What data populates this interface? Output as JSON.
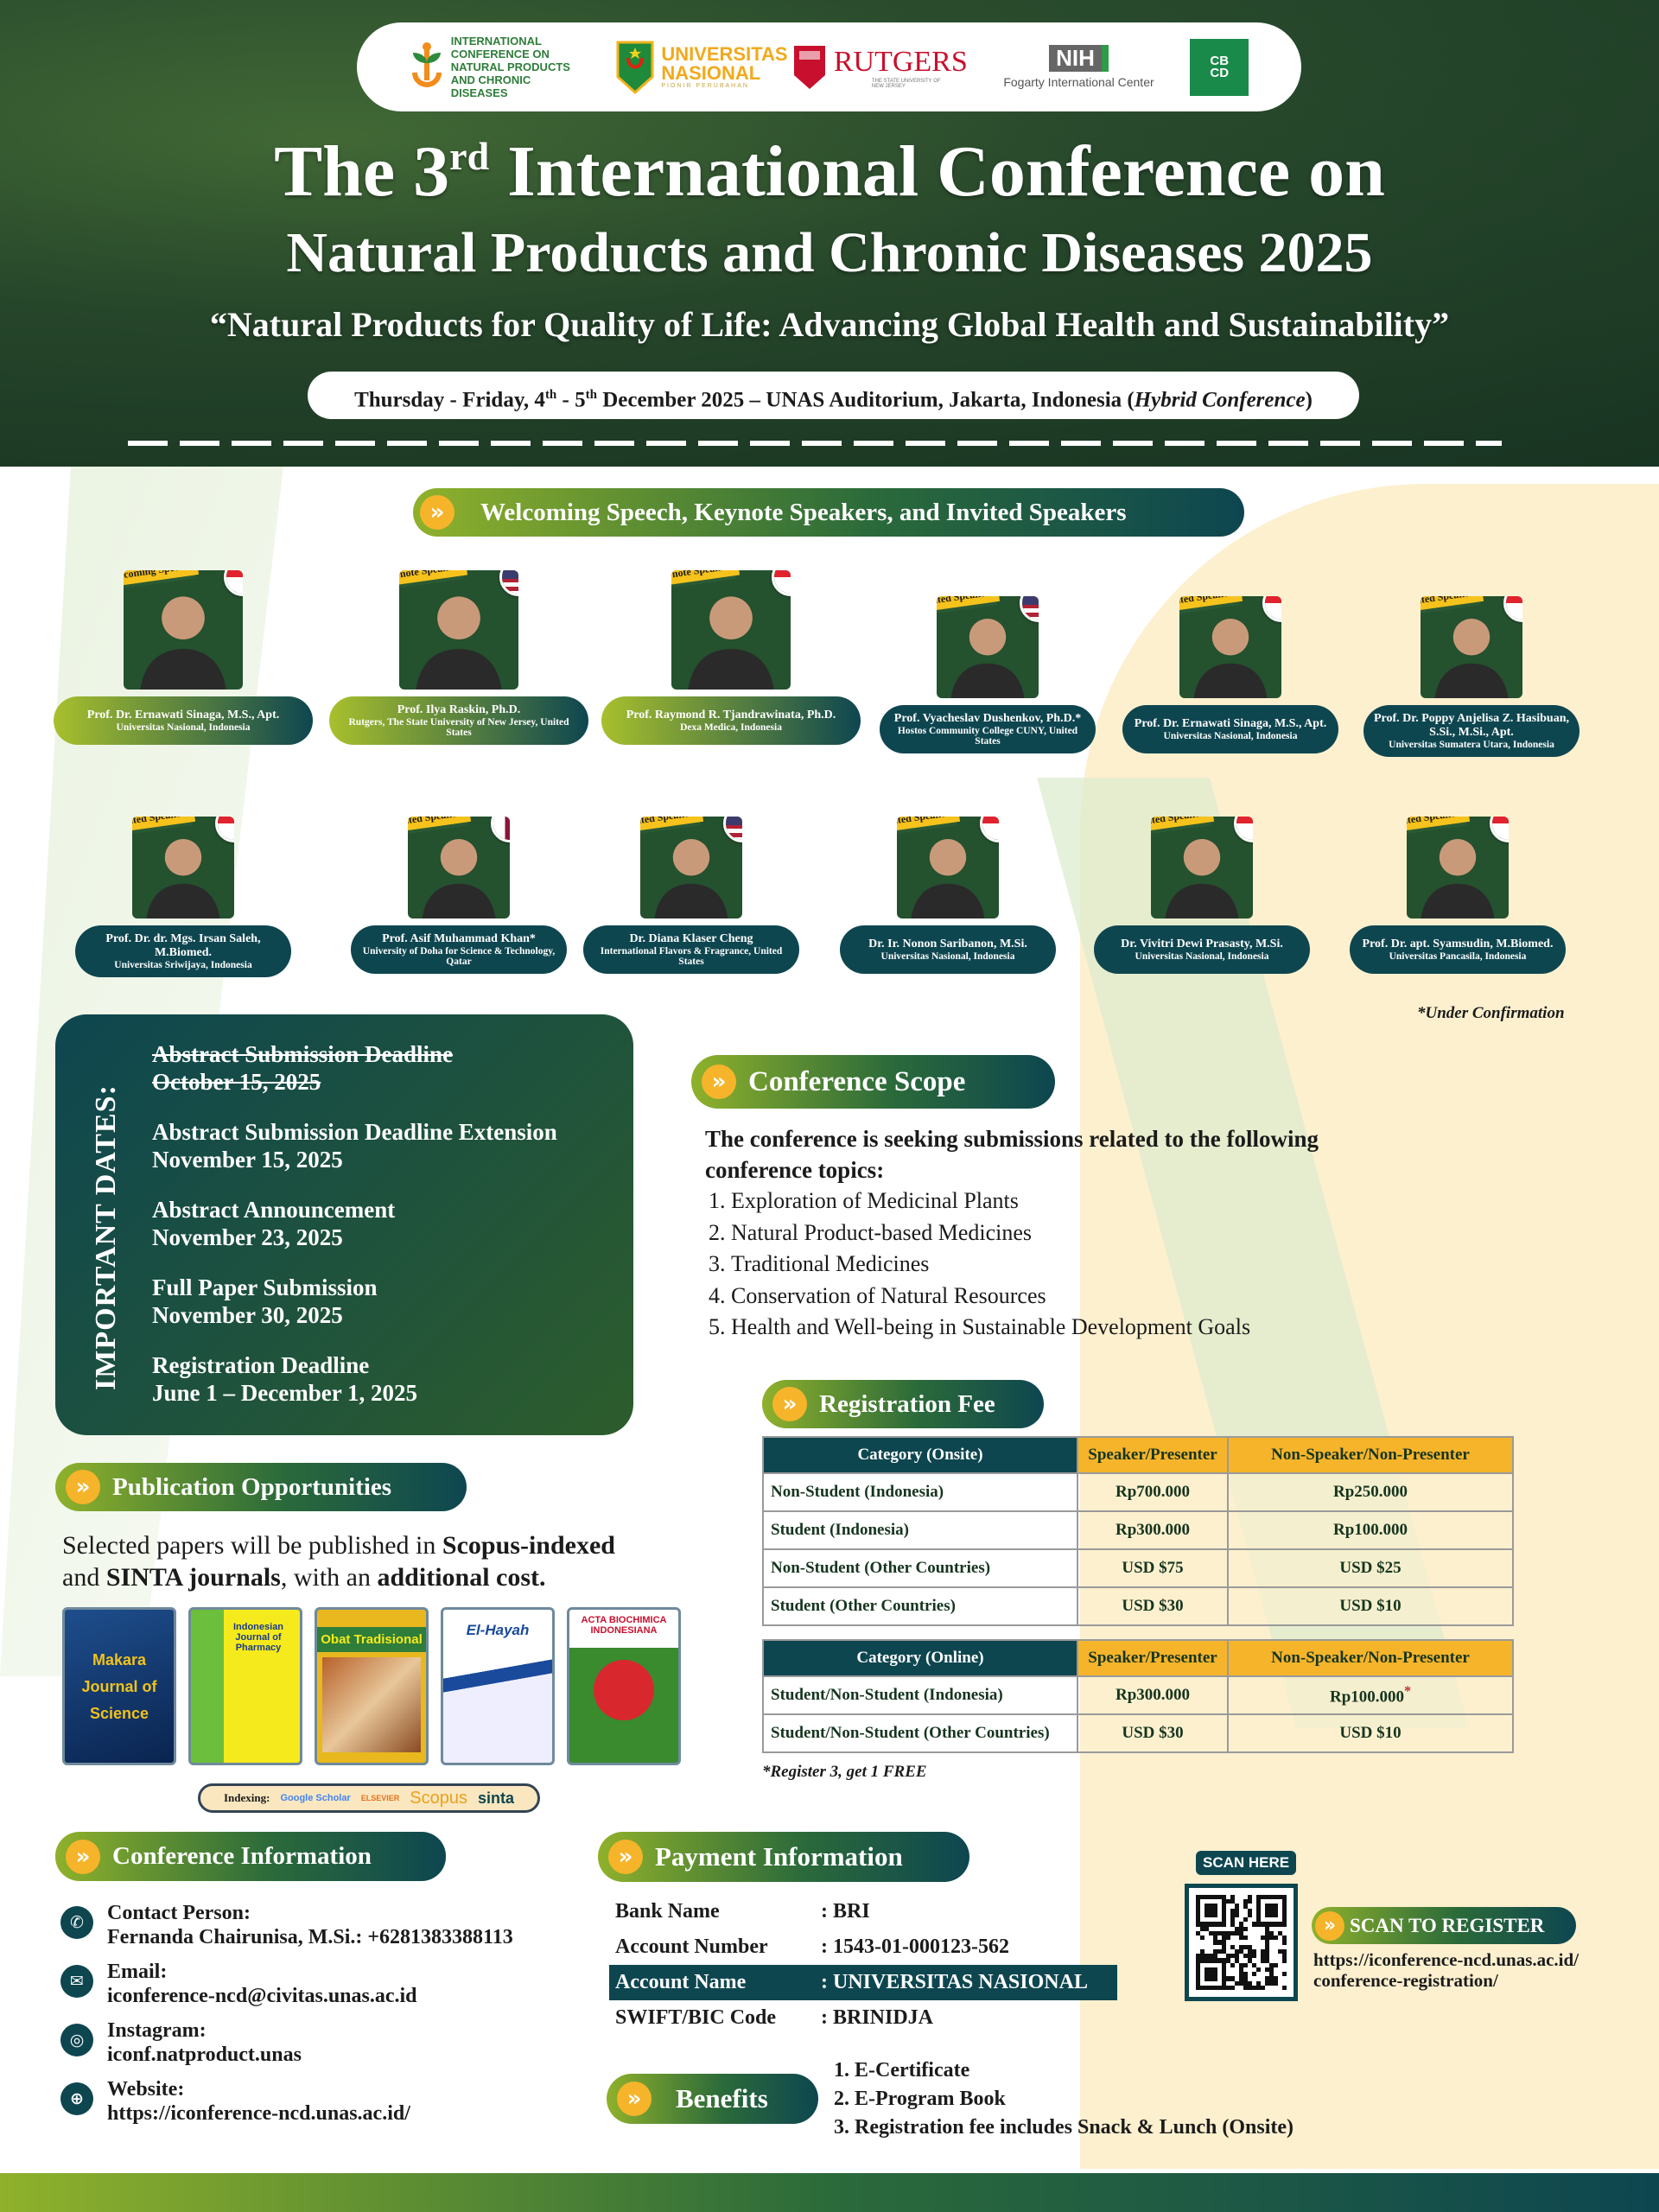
{
  "logos": {
    "conference": "INTERNATIONAL CONFERENCE ON NATURAL PRODUCTS AND CHRONIC DISEASES",
    "unas": "UNIVERSITAS NASIONAL",
    "unas_tag": "PIONIR PERUBAHAN",
    "rutgers": "RUTGERS",
    "rutgers_sub": "THE STATE UNIVERSITY OF NEW JERSEY",
    "nih": "NIH",
    "fogarty": "Fogarty International Center",
    "cbcd": "CB CD"
  },
  "header": {
    "title_pre": "The 3",
    "title_sup": "rd",
    "title_post": " International Conference on",
    "title_line2": "Natural Products and Chronic Diseases 2025",
    "theme": "“Natural Products for Quality of Life: Advancing Global Health and Sustainability”",
    "date_a": "Thursday - Friday, 4",
    "date_sup1": "th",
    "date_b": " - 5",
    "date_sup2": "th",
    "date_c": " December 2025 – UNAS Auditorium, Jakarta, Indonesia (",
    "date_hybrid": "Hybrid Conference",
    "date_d": ")"
  },
  "speakers_heading": "Welcoming Speech, Keynote Speakers, and Invited Speakers",
  "speakers": [
    {
      "role": "Welcoming Speech",
      "name": "Prof. Dr. Ernawati Sinaga, M.S., Apt.",
      "affil": "Universitas Nasional, Indonesia",
      "flag": "indonesia"
    },
    {
      "role": "Keynote Speaker",
      "name": "Prof. Ilya Raskin, Ph.D.",
      "affil": "Rutgers, The State University of New Jersey, United States",
      "flag": "usa"
    },
    {
      "role": "Keynote Speaker",
      "name": "Prof. Raymond R. Tjandrawinata, Ph.D.",
      "affil": "Dexa Medica, Indonesia",
      "flag": "indonesia"
    },
    {
      "role": "Invited Speaker",
      "name": "Prof. Vyacheslav Dushenkov, Ph.D.*",
      "affil": "Hostos Community College CUNY, United States",
      "flag": "usa"
    },
    {
      "role": "Invited Speaker",
      "name": "Prof. Dr. Ernawati Sinaga, M.S., Apt.",
      "affil": "Universitas Nasional, Indonesia",
      "flag": "indonesia"
    },
    {
      "role": "Invited Speaker",
      "name": "Prof. Dr. Poppy Anjelisa Z. Hasibuan, S.Si., M.Si., Apt.",
      "affil": "Universitas Sumatera Utara, Indonesia",
      "flag": "indonesia"
    },
    {
      "role": "Invited Speaker",
      "name": "Prof. Dr. dr. Mgs. Irsan Saleh, M.Biomed.",
      "affil": "Universitas Sriwijaya, Indonesia",
      "flag": "indonesia"
    },
    {
      "role": "Invited Speaker",
      "name": "Prof. Asif Muhammad Khan*",
      "affil": "University of Doha for Science & Technology, Qatar",
      "flag": "qatar"
    },
    {
      "role": "Invited Speaker",
      "name": "Dr. Diana Klaser Cheng",
      "affil": "International Flavors & Fragrance, United States",
      "flag": "usa"
    },
    {
      "role": "Invited Speaker",
      "name": "Dr. Ir. Nonon Saribanon, M.Si.",
      "affil": "Universitas Nasional, Indonesia",
      "flag": "indonesia"
    },
    {
      "role": "Invited Speaker",
      "name": "Dr. Vivitri Dewi Prasasty, M.Si.",
      "affil": "Universitas Nasional, Indonesia",
      "flag": "indonesia"
    },
    {
      "role": "Invited Speaker",
      "name": "Prof. Dr. apt. Syamsudin, M.Biomed.",
      "affil": "Universitas Pancasila, Indonesia",
      "flag": "indonesia"
    }
  ],
  "under_confirmation": "*Under Confirmation",
  "important_dates": {
    "label": "IMPORTANT DATES:",
    "items": [
      {
        "title": "Abstract Submission Deadline",
        "date": "October 15, 2025",
        "struck": true
      },
      {
        "title": "Abstract Submission Deadline Extension",
        "date": "November 15, 2025"
      },
      {
        "title": "Abstract Announcement",
        "date": "November 23, 2025"
      },
      {
        "title": "Full Paper Submission",
        "date": "November 30, 2025"
      },
      {
        "title": "Registration Deadline",
        "date": "June 1 – December 1, 2025"
      }
    ]
  },
  "scope": {
    "heading": "Conference Scope",
    "intro": "The conference is seeking submissions related to the following conference topics:",
    "topics": [
      "Exploration of Medicinal Plants",
      "Natural Product-based Medicines",
      "Traditional Medicines",
      "Conservation of Natural Resources",
      "Health and Well-being in Sustainable Development Goals"
    ]
  },
  "fee": {
    "heading": "Registration Fee",
    "onsite": {
      "headers": [
        "Category (Onsite)",
        "Speaker/Presenter",
        "Non-Speaker/Non-Presenter"
      ],
      "rows": [
        [
          "Non-Student (Indonesia)",
          "Rp700.000",
          "Rp250.000"
        ],
        [
          "Student (Indonesia)",
          "Rp300.000",
          "Rp100.000"
        ],
        [
          "Non-Student (Other Countries)",
          "USD $75",
          "USD $25"
        ],
        [
          "Student (Other Countries)",
          "USD $30",
          "USD $10"
        ]
      ]
    },
    "online": {
      "headers": [
        "Category (Online)",
        "Speaker/Presenter",
        "Non-Speaker/Non-Presenter"
      ],
      "rows": [
        [
          "Student/Non-Student (Indonesia)",
          "Rp300.000",
          "Rp100.000"
        ],
        [
          "Student/Non-Student (Other Countries)",
          "USD $30",
          "USD $10"
        ]
      ],
      "asterisk": "*"
    },
    "note": "*Register 3, get 1 FREE"
  },
  "publication": {
    "heading": "Publication Opportunities",
    "t1": "Selected papers will be published in ",
    "b1": "Scopus-indexed",
    "t2": "and ",
    "b2": "SINTA journals",
    "t3": ", with an ",
    "b3": "additional cost.",
    "journals": [
      "Makara Journal of Science",
      "Indonesian Journal of Pharmacy",
      "Obat Tradisional",
      "El-Hayah",
      "ACTA BIOCHIMICA INDONESIANA"
    ],
    "indexing_label": "Indexing:",
    "indexes": [
      "Google Scholar",
      "ELSEVIER",
      "Scopus",
      "sinta"
    ]
  },
  "info": {
    "heading": "Conference Information",
    "contact_label": "Contact Person:",
    "contact": "Fernanda Chairunisa, M.Si.: +6281383388113",
    "email_label": "Email:",
    "email": "iconference-ncd@civitas.unas.ac.id",
    "ig_label": "Instagram:",
    "ig": "iconf.natproduct.unas",
    "web_label": "Website:",
    "web": "https://iconference-ncd.unas.ac.id/"
  },
  "payment": {
    "heading": "Payment Information",
    "rows": [
      {
        "label": "Bank Name",
        "value": ": BRI"
      },
      {
        "label": "Account Number",
        "value": ": 1543-01-000123-562"
      },
      {
        "label": "Account Name",
        "value": ": UNIVERSITAS NASIONAL"
      },
      {
        "label": "SWIFT/BIC Code",
        "value": ": BRINIDJA"
      }
    ]
  },
  "benefits": {
    "heading": "Benefits",
    "items": [
      "E-Certificate",
      "E-Program Book",
      "Registration fee includes Snack & Lunch (Onsite)"
    ]
  },
  "register": {
    "scan_here": "SCAN HERE",
    "label": "SCAN TO REGISTER",
    "url1": "https://iconference-ncd.unas.ac.id/",
    "url2": "conference-registration/"
  },
  "colors": {
    "teal": "#0e4650",
    "green": "#2b6a3a",
    "lime": "#8fb12b",
    "orange": "#f6b42b"
  }
}
